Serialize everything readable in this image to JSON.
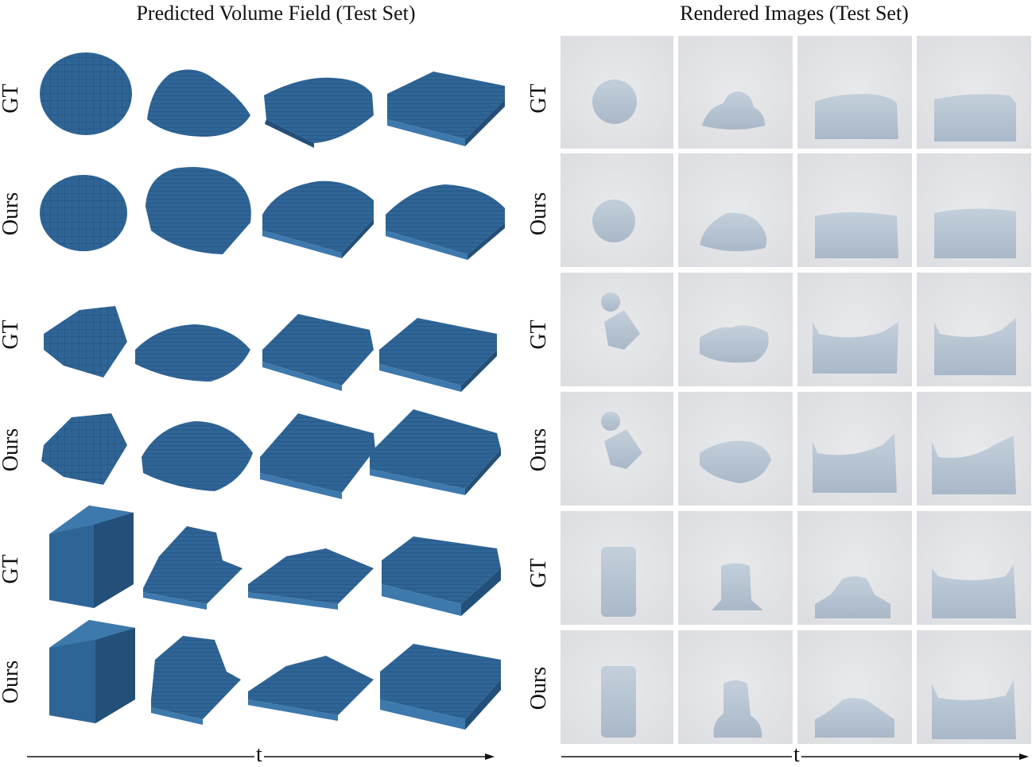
{
  "left_panel": {
    "title": "Predicted Volume Field (Test Set)",
    "row_labels": [
      "GT",
      "Ours",
      "GT",
      "Ours",
      "GT",
      "Ours"
    ],
    "axis_label": "t"
  },
  "right_panel": {
    "title": "Rendered Images (Test Set)",
    "row_labels": [
      "GT",
      "Ours",
      "GT",
      "Ours",
      "GT",
      "Ours"
    ],
    "axis_label": "t"
  },
  "colors": {
    "voxel": "#2f6596",
    "voxel_dark": "#234f78",
    "voxel_light": "#3d79ad",
    "render_bg": "#e4e5e7",
    "render_fluid": "#b7c5d3"
  }
}
